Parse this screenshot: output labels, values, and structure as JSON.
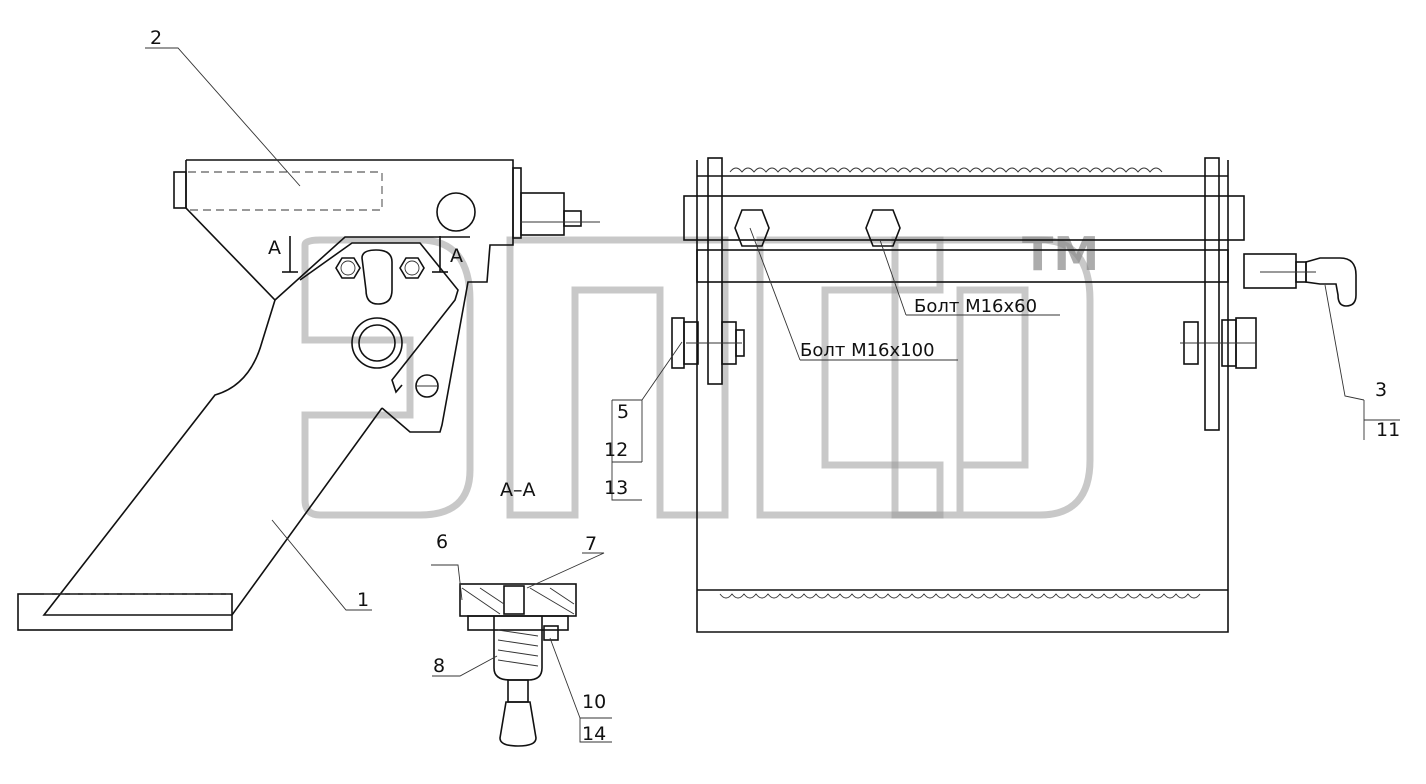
{
  "watermark": {
    "mark": "TM"
  },
  "section": {
    "title": "A–A",
    "cut_left": "A",
    "cut_right": "A"
  },
  "callouts": {
    "c1": "1",
    "c2": "2",
    "c3": "3",
    "c5": "5",
    "c6": "6",
    "c7": "7",
    "c8": "8",
    "c10": "10",
    "c11": "11",
    "c12": "12",
    "c13": "13",
    "c14": "14"
  },
  "notes": {
    "bolt_a": "Болт М16х60",
    "bolt_b": "Болт М16х100"
  },
  "colors": {
    "line": "#111111",
    "watermark": "#9a9a9a",
    "background": "#ffffff"
  }
}
